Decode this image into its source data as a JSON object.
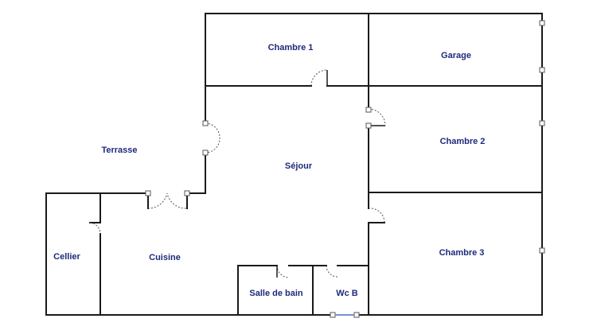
{
  "rooms": {
    "chambre1": "Chambre 1",
    "garage": "Garage",
    "terrasse": "Terrasse",
    "sejour": "Séjour",
    "chambre2": "Chambre 2",
    "cellier": "Cellier",
    "cuisine": "Cuisine",
    "chambre3": "Chambre 3",
    "salle_de_bain": "Salle de bain",
    "wc": "Wc B"
  },
  "colors": {
    "wall": "#1a1a1a",
    "label": "#1f2a7a",
    "door_arc": "#555555",
    "background": "#ffffff"
  }
}
